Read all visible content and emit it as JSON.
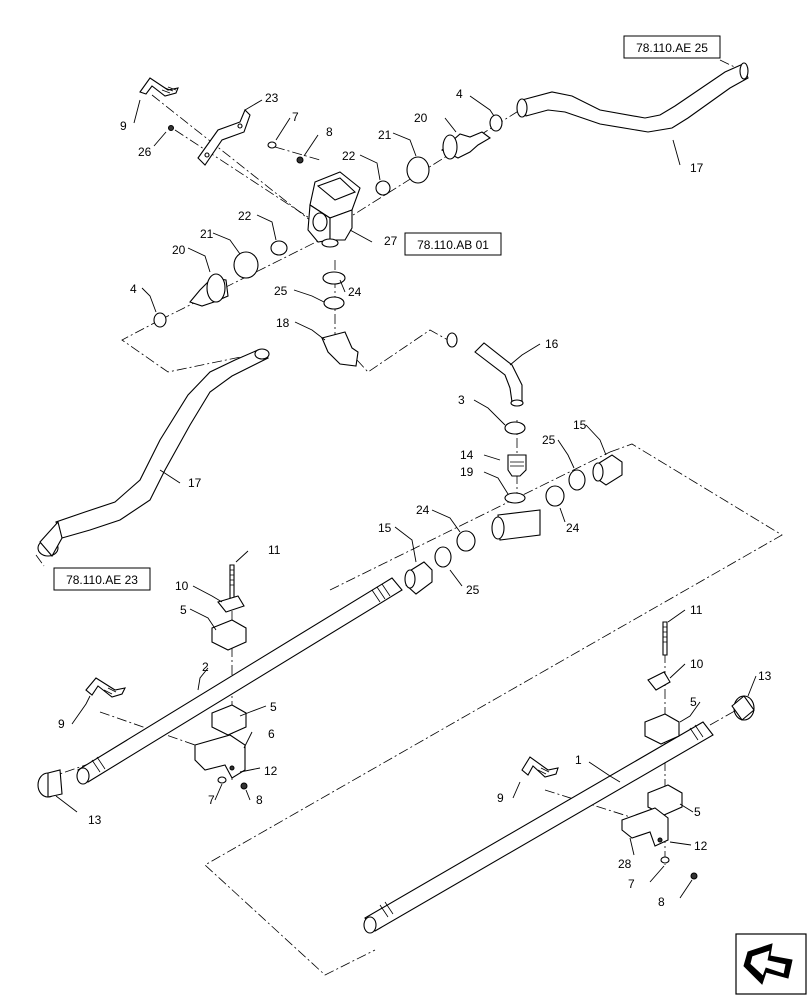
{
  "references": {
    "top_right": "78.110.AE 25",
    "valve": "78.110.AB 01",
    "left": "78.110.AE 23"
  },
  "callouts": {
    "c1": "1",
    "c2": "2",
    "c3": "3",
    "c4a": "4",
    "c4b": "4",
    "c5a": "5",
    "c5b": "5",
    "c5c": "5",
    "c5d": "5",
    "c6": "6",
    "c7a": "7",
    "c7b": "7",
    "c7c": "7",
    "c8a": "8",
    "c8b": "8",
    "c8c": "8",
    "c9a": "9",
    "c9b": "9",
    "c9c": "9",
    "c10a": "10",
    "c10b": "10",
    "c11a": "11",
    "c11b": "11",
    "c12a": "12",
    "c12b": "12",
    "c13a": "13",
    "c13b": "13",
    "c14": "14",
    "c15a": "15",
    "c15b": "15",
    "c16": "16",
    "c17a": "17",
    "c17b": "17",
    "c18": "18",
    "c19": "19",
    "c20a": "20",
    "c20b": "20",
    "c21a": "21",
    "c21b": "21",
    "c22a": "22",
    "c22b": "22",
    "c23": "23",
    "c24a": "24",
    "c24b": "24",
    "c24c": "24",
    "c25a": "25",
    "c25b": "25",
    "c25c": "25",
    "c26": "26",
    "c27": "27",
    "c28": "28"
  },
  "icons": {
    "nav": "arrow-icon"
  }
}
